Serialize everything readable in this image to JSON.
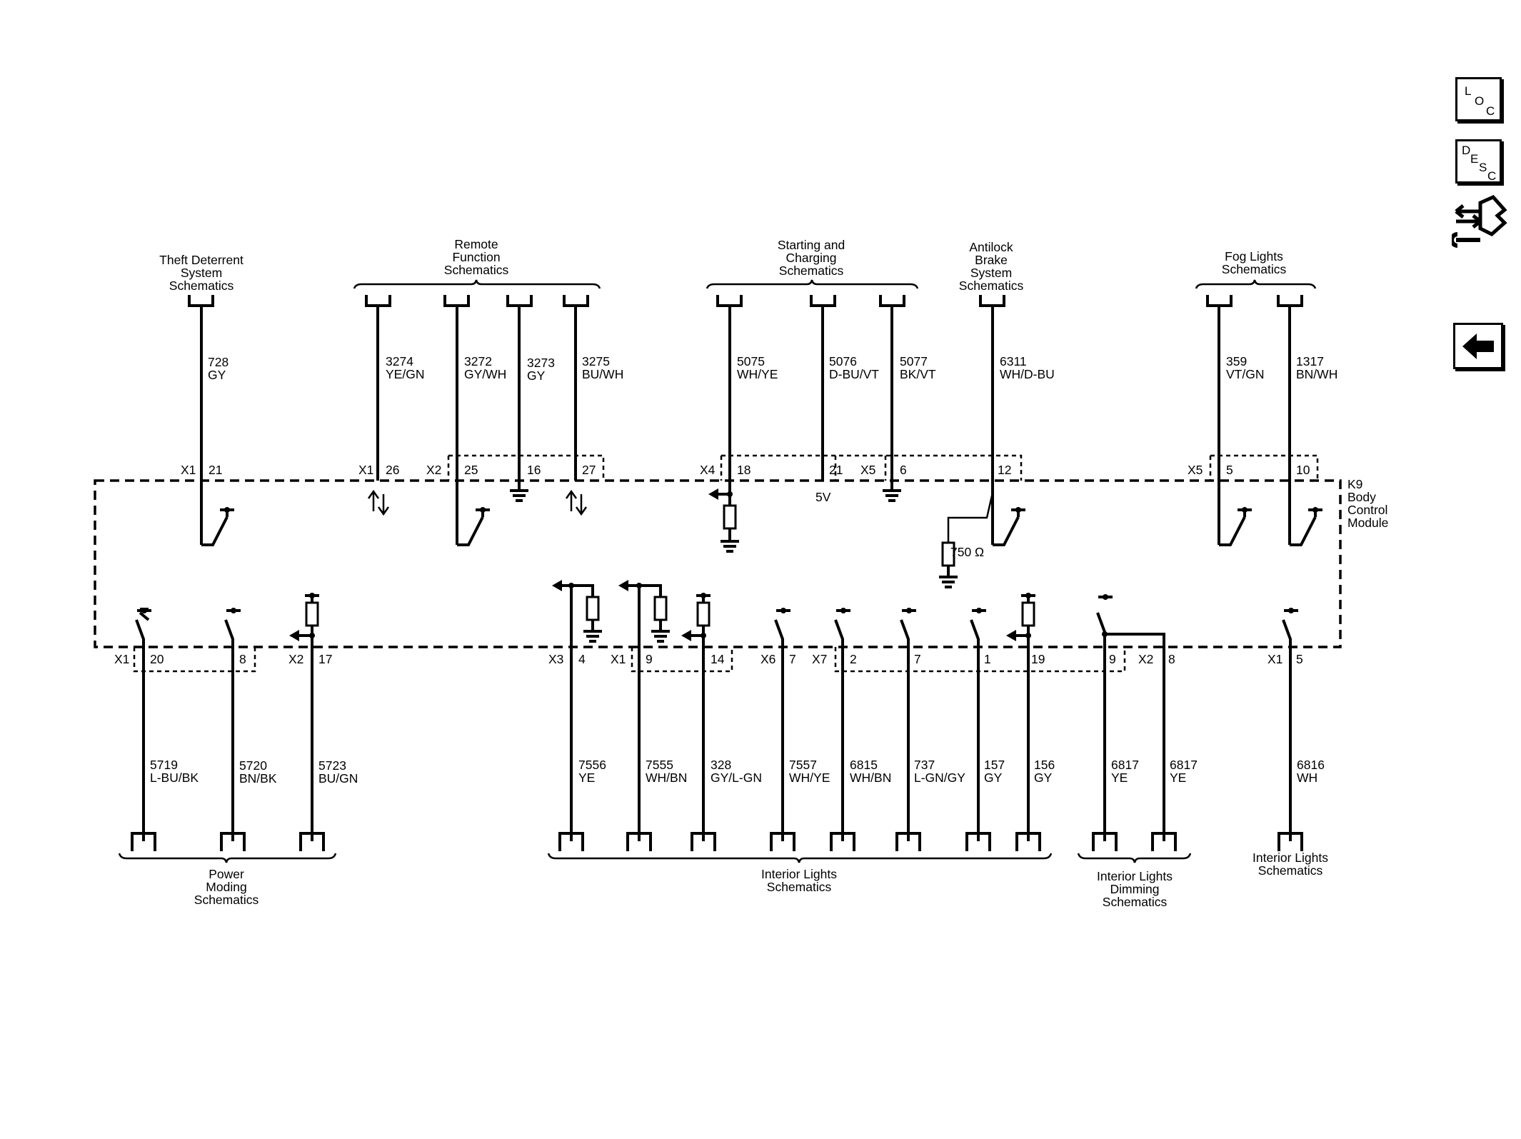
{
  "nav": {
    "loc": [
      "L",
      "O",
      "C"
    ],
    "desc": [
      "D",
      "E",
      "S",
      "C"
    ]
  },
  "module": {
    "lines": [
      "K9",
      "Body",
      "Control",
      "Module"
    ]
  },
  "top_groups": {
    "theft": [
      "Theft Deterrent",
      "System",
      "Schematics"
    ],
    "remote": [
      "Remote",
      "Function",
      "Schematics"
    ],
    "starting": [
      "Starting and",
      "Charging",
      "Schematics"
    ],
    "abs": [
      "Antilock",
      "Brake",
      "System",
      "Schematics"
    ],
    "fog": [
      "Fog Lights",
      "Schematics"
    ]
  },
  "bottom_groups": {
    "power": [
      "Power",
      "Moding",
      "Schematics"
    ],
    "interior": [
      "Interior Lights",
      "Schematics"
    ],
    "dimming": [
      "Interior Lights",
      "Dimming",
      "Schematics"
    ],
    "interior2": [
      "Interior Lights",
      "Schematics"
    ]
  },
  "top_wires": [
    {
      "circuit": "728",
      "color": "GY"
    },
    {
      "circuit": "3274",
      "color": "YE/GN"
    },
    {
      "circuit": "3272",
      "color": "GY/WH"
    },
    {
      "circuit": "3273",
      "color": "GY"
    },
    {
      "circuit": "3275",
      "color": "BU/WH"
    },
    {
      "circuit": "5075",
      "color": "WH/YE"
    },
    {
      "circuit": "5076",
      "color": "D-BU/VT"
    },
    {
      "circuit": "5077",
      "color": "BK/VT"
    },
    {
      "circuit": "6311",
      "color": "WH/D-BU"
    },
    {
      "circuit": "359",
      "color": "VT/GN"
    },
    {
      "circuit": "1317",
      "color": "BN/WH"
    }
  ],
  "top_pins": {
    "c1": "X1",
    "p1": "21",
    "c2": "X1",
    "p2": "26",
    "c3": "X2",
    "p3": "25",
    "p4": "16",
    "p5": "27",
    "c4": "X4",
    "p6": "18",
    "p7": "21",
    "c5": "X5",
    "p8": "6",
    "p9": "12",
    "c6": "X5",
    "p10": "5",
    "p11": "10"
  },
  "bottom_pins": {
    "c1": "X1",
    "p1": "20",
    "p2": "8",
    "c2": "X2",
    "p3": "17",
    "c3": "X3",
    "p4": "4",
    "c4": "X1",
    "p5": "9",
    "p6": "14",
    "c5": "X6",
    "p7": "7",
    "c6": "X7",
    "p8": "2",
    "p9": "7",
    "p10": "1",
    "p11": "19",
    "p12": "9",
    "c7": "X2",
    "p13": "8",
    "c8": "X1",
    "p14": "5"
  },
  "bottom_wires": [
    {
      "circuit": "5719",
      "color": "L-BU/BK"
    },
    {
      "circuit": "5720",
      "color": "BN/BK"
    },
    {
      "circuit": "5723",
      "color": "BU/GN"
    },
    {
      "circuit": "7556",
      "color": "YE"
    },
    {
      "circuit": "7555",
      "color": "WH/BN"
    },
    {
      "circuit": "328",
      "color": "GY/L-GN"
    },
    {
      "circuit": "7557",
      "color": "WH/YE"
    },
    {
      "circuit": "6815",
      "color": "WH/BN"
    },
    {
      "circuit": "737",
      "color": "L-GN/GY"
    },
    {
      "circuit": "157",
      "color": "GY"
    },
    {
      "circuit": "156",
      "color": "GY"
    },
    {
      "circuit": "6817",
      "color": "YE"
    },
    {
      "circuit": "6817",
      "color": "YE"
    },
    {
      "circuit": "6816",
      "color": "WH"
    }
  ],
  "internal": {
    "five_v": "5V",
    "resistor": "750 Ω"
  }
}
